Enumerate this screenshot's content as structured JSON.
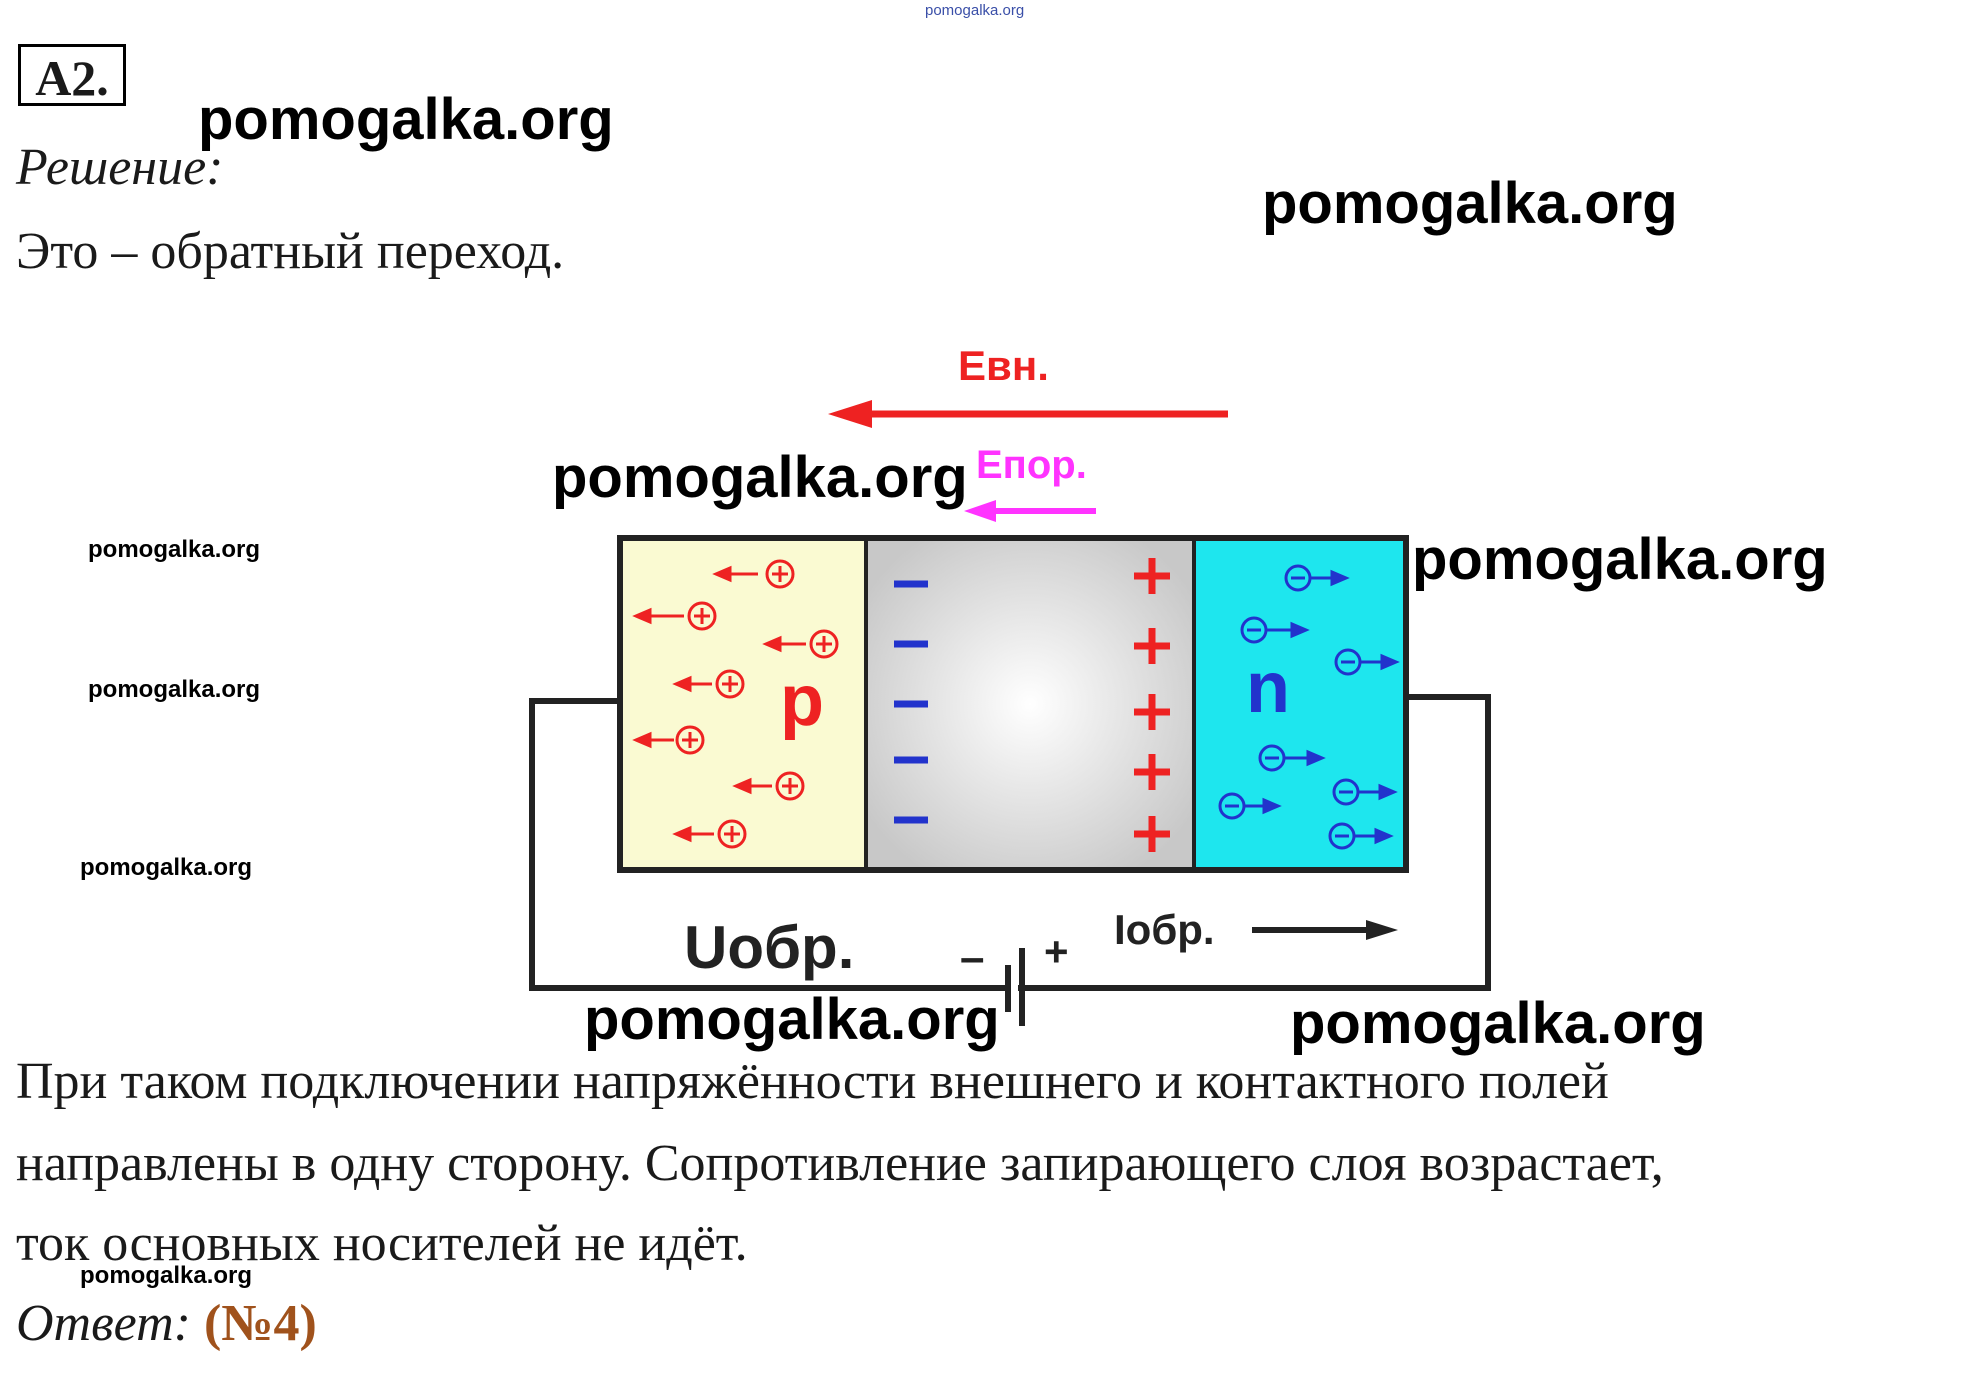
{
  "watermarks": {
    "top": "pomogalka.org",
    "big": "pomogalka.org",
    "small": "pomogalka.org"
  },
  "task_label": "A2.",
  "solution_label": "Решение:",
  "intro_text": "Это – обратный переход.",
  "diagram": {
    "e_ext": "Eвн.",
    "e_barrier": "Eпор.",
    "p_label": "p",
    "n_label": "n",
    "u_label": "Uобр.",
    "i_label": "Iобр.",
    "minus": "–",
    "plus": "+",
    "colors": {
      "p_region": "#fafad2",
      "depletion": "#cfcfcf",
      "n_region": "#1ee6ee",
      "red": "#ee2222",
      "blue": "#2233cc",
      "magenta": "#ff33ff"
    }
  },
  "explanation_lines": [
    "При таком подключении напряжённости внешнего и контактного полей",
    "направлены в одну сторону. Сопротивление запирающего слоя возрастает,",
    "ток основных носителей не идёт."
  ],
  "answer_label": "Ответ:",
  "answer_value": "(№4)"
}
